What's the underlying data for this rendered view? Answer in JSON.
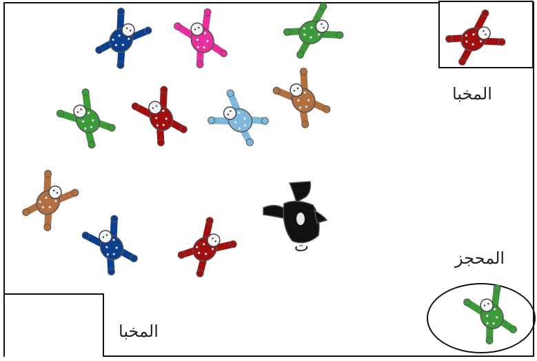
{
  "labels": {
    "hideout_top": "المخبا",
    "jail": "المحجز",
    "hideout_bottom": "المخبا",
    "caller_mark": "ت"
  },
  "colors": {
    "navy": "#0d3f8f",
    "magenta": "#e8309c",
    "green": "#3c9a3a",
    "red": "#a11010",
    "brown": "#b07040",
    "lightblue": "#7fb8dc",
    "black": "#111111"
  },
  "figures": [
    {
      "name": "player-navy-top",
      "color": "navy"
    },
    {
      "name": "player-magenta",
      "color": "magenta"
    },
    {
      "name": "player-green-top",
      "color": "green"
    },
    {
      "name": "player-green-left",
      "color": "green"
    },
    {
      "name": "player-red-middle",
      "color": "red"
    },
    {
      "name": "player-lightblue",
      "color": "lightblue"
    },
    {
      "name": "player-brown-right",
      "color": "brown"
    },
    {
      "name": "player-brown-left",
      "color": "brown"
    },
    {
      "name": "player-navy-bottom",
      "color": "navy"
    },
    {
      "name": "player-red-bottom",
      "color": "red"
    },
    {
      "name": "player-black-center",
      "color": "black"
    },
    {
      "name": "player-red-hideout",
      "color": "red"
    },
    {
      "name": "player-green-jail",
      "color": "green"
    }
  ]
}
